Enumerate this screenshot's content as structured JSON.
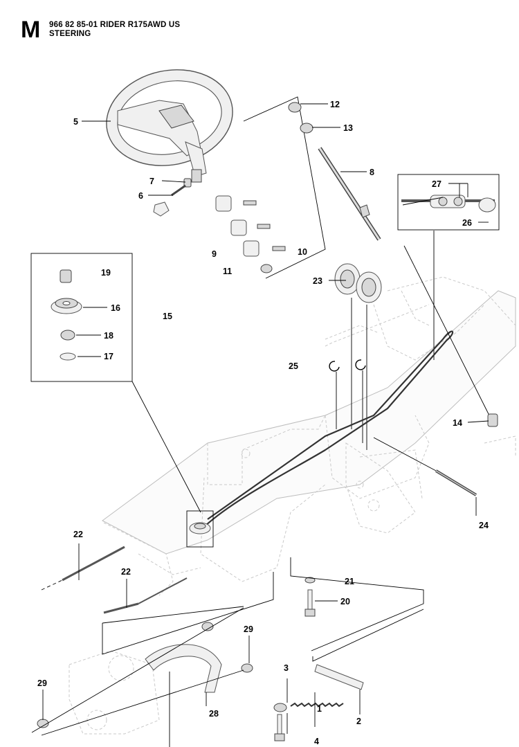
{
  "header": {
    "section_letter": "M",
    "title": "966 82 85-01 RIDER R175AWD US",
    "subtitle": "STEERING"
  },
  "diagram": {
    "labels": [
      {
        "id": "5",
        "text": "5"
      },
      {
        "id": "7",
        "text": "7"
      },
      {
        "id": "6",
        "text": "6"
      },
      {
        "id": "12",
        "text": "12"
      },
      {
        "id": "13",
        "text": "13"
      },
      {
        "id": "8",
        "text": "8"
      },
      {
        "id": "9",
        "text": "9"
      },
      {
        "id": "10",
        "text": "10"
      },
      {
        "id": "11",
        "text": "11"
      },
      {
        "id": "27",
        "text": "27"
      },
      {
        "id": "26",
        "text": "26"
      },
      {
        "id": "19",
        "text": "19"
      },
      {
        "id": "16",
        "text": "16"
      },
      {
        "id": "15",
        "text": "15"
      },
      {
        "id": "18",
        "text": "18"
      },
      {
        "id": "17",
        "text": "17"
      },
      {
        "id": "23",
        "text": "23"
      },
      {
        "id": "25",
        "text": "25"
      },
      {
        "id": "14",
        "text": "14"
      },
      {
        "id": "24",
        "text": "24"
      },
      {
        "id": "22a",
        "text": "22"
      },
      {
        "id": "22b",
        "text": "22"
      },
      {
        "id": "21",
        "text": "21"
      },
      {
        "id": "20",
        "text": "20"
      },
      {
        "id": "29a",
        "text": "29"
      },
      {
        "id": "29b",
        "text": "29"
      },
      {
        "id": "3",
        "text": "3"
      },
      {
        "id": "1",
        "text": "1"
      },
      {
        "id": "2",
        "text": "2"
      },
      {
        "id": "28",
        "text": "28"
      },
      {
        "id": "4",
        "text": "4"
      }
    ]
  },
  "colors": {
    "ink": "#000000",
    "frame": "#c9c9c9",
    "part_fill": "#f0f0f0",
    "steel": "#777777"
  }
}
